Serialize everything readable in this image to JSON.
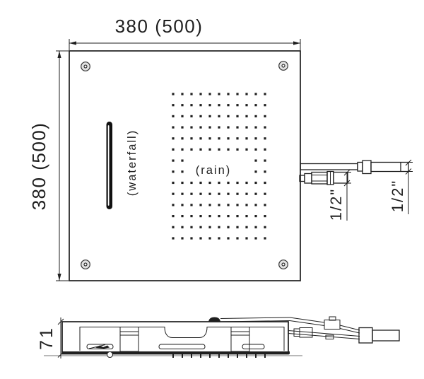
{
  "title": "shower-head-technical-drawing",
  "top_view": {
    "width_dimension": "380 (500)",
    "height_dimension": "380 (500)",
    "waterfall_label": "(waterfall)",
    "rain_label": "(rain)",
    "rain_connection_dimension": "1/2\"",
    "waterfall_connection_dimension": "1/2\"",
    "screw_count": 4,
    "rain_grid": {
      "columns": 11,
      "rows": 14,
      "label_rows": [
        6,
        7
      ],
      "label_row_edge_columns": 2
    }
  },
  "side_view": {
    "height_dimension": "71",
    "nozzle_tick_count": 11
  },
  "colors": {
    "line": "#1f1f1f",
    "screw_fill": "#e3e3e3",
    "background": "#ffffff"
  }
}
